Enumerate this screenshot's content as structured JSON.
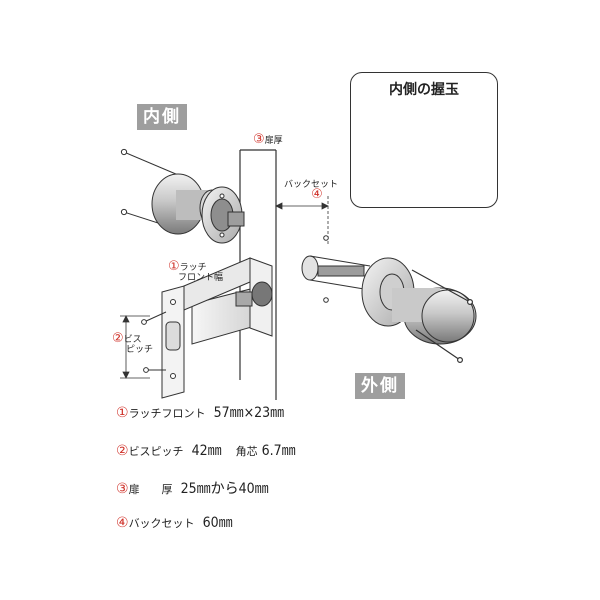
{
  "tags": {
    "inside": "内側",
    "outside": "外側"
  },
  "inset": {
    "title": "内側の握玉"
  },
  "callouts": {
    "door_thickness": {
      "num": "③",
      "text": "扉厚"
    },
    "backset": {
      "text": "バックセット",
      "num": "④"
    },
    "latch_front": {
      "num": "①",
      "line1": "ラッチ",
      "line2": "フロント幅"
    },
    "screw_pitch": {
      "num": "②",
      "line1": "ビス",
      "line2": "ピッチ"
    }
  },
  "specs": [
    {
      "num": "①",
      "name": "ラッチフロント",
      "value": "57㎜×23㎜",
      "extra_label": "",
      "extra_value": ""
    },
    {
      "num": "②",
      "name": "ビスピッチ",
      "value": "42㎜",
      "extra_label": "角芯",
      "extra_value": "6.7㎜"
    },
    {
      "num": "③",
      "name": "扉　　厚",
      "value": "25㎜から40㎜",
      "extra_label": "",
      "extra_value": ""
    },
    {
      "num": "④",
      "name": "バックセット",
      "value": "60㎜",
      "extra_label": "",
      "extra_value": ""
    }
  ],
  "colors": {
    "accent": "#d0342c",
    "tag_bg": "#9e9e9e",
    "metal_light": "#e8e8e8",
    "metal_mid": "#b5b5b5",
    "metal_dark": "#6f6f6f"
  }
}
